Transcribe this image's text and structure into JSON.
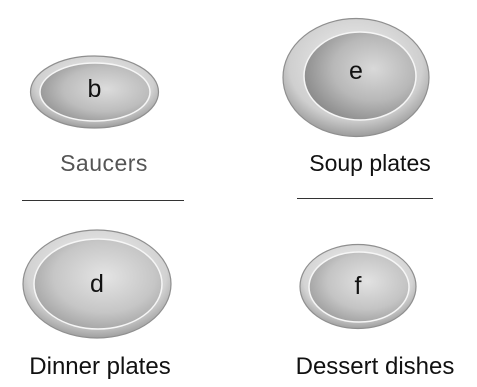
{
  "colors": {
    "background": "#ffffff",
    "plate_fill": "#c9c9c9",
    "plate_shadow": "#9a9a9a",
    "plate_rim": "#b8b8b8",
    "text": "#111111",
    "divider": "#333333"
  },
  "dishes": [
    {
      "letter": "b",
      "caption": "Saucers"
    },
    {
      "letter": "e",
      "caption": "Soup plates"
    },
    {
      "letter": "d",
      "caption": "Dinner plates"
    },
    {
      "letter": "f",
      "caption": "Dessert dishes"
    }
  ]
}
